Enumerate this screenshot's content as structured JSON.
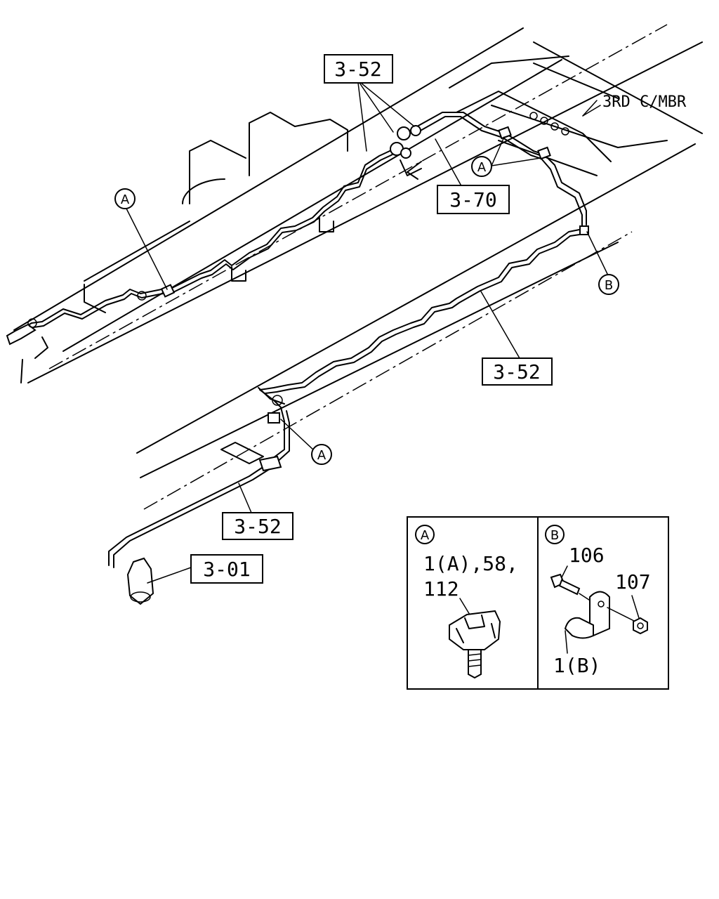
{
  "labels": {
    "ref_top": "3-52",
    "ref_mid": "3-70",
    "ref_right": "3-52",
    "ref_lower": "3-52",
    "ref_bottom": "3-01",
    "crossmember": "3RD C/MBR"
  },
  "callouts": {
    "a": "A",
    "b": "B"
  },
  "detail_a": {
    "letter": "A",
    "parts_line1": "1(A),58,",
    "parts_line2": "112"
  },
  "detail_b": {
    "letter": "B",
    "part_bolt": "106",
    "part_nut": "107",
    "part_clip": "1(B)"
  }
}
